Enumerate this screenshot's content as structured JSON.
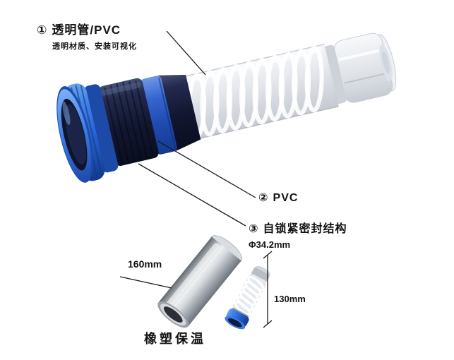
{
  "callouts": {
    "c1": {
      "num": "①",
      "title": "透明管/PVC",
      "subtitle": "透明材质、安装可视化"
    },
    "c2": {
      "num": "②",
      "title": "PVC"
    },
    "c3": {
      "num": "③",
      "title": "自锁紧密封结构"
    }
  },
  "dimensions": {
    "tube_length": "160mm",
    "diameter": "Φ34.2mm",
    "spring_length": "130mm"
  },
  "caption": "橡塑保温",
  "colors": {
    "background": "#ffffff",
    "flange_blue": "#2f6fdd",
    "seal_blue": "#2456c4",
    "pvc_navy": "#141a33",
    "clear_gray": "#dfe3e9",
    "line": "#1a1a1a"
  }
}
